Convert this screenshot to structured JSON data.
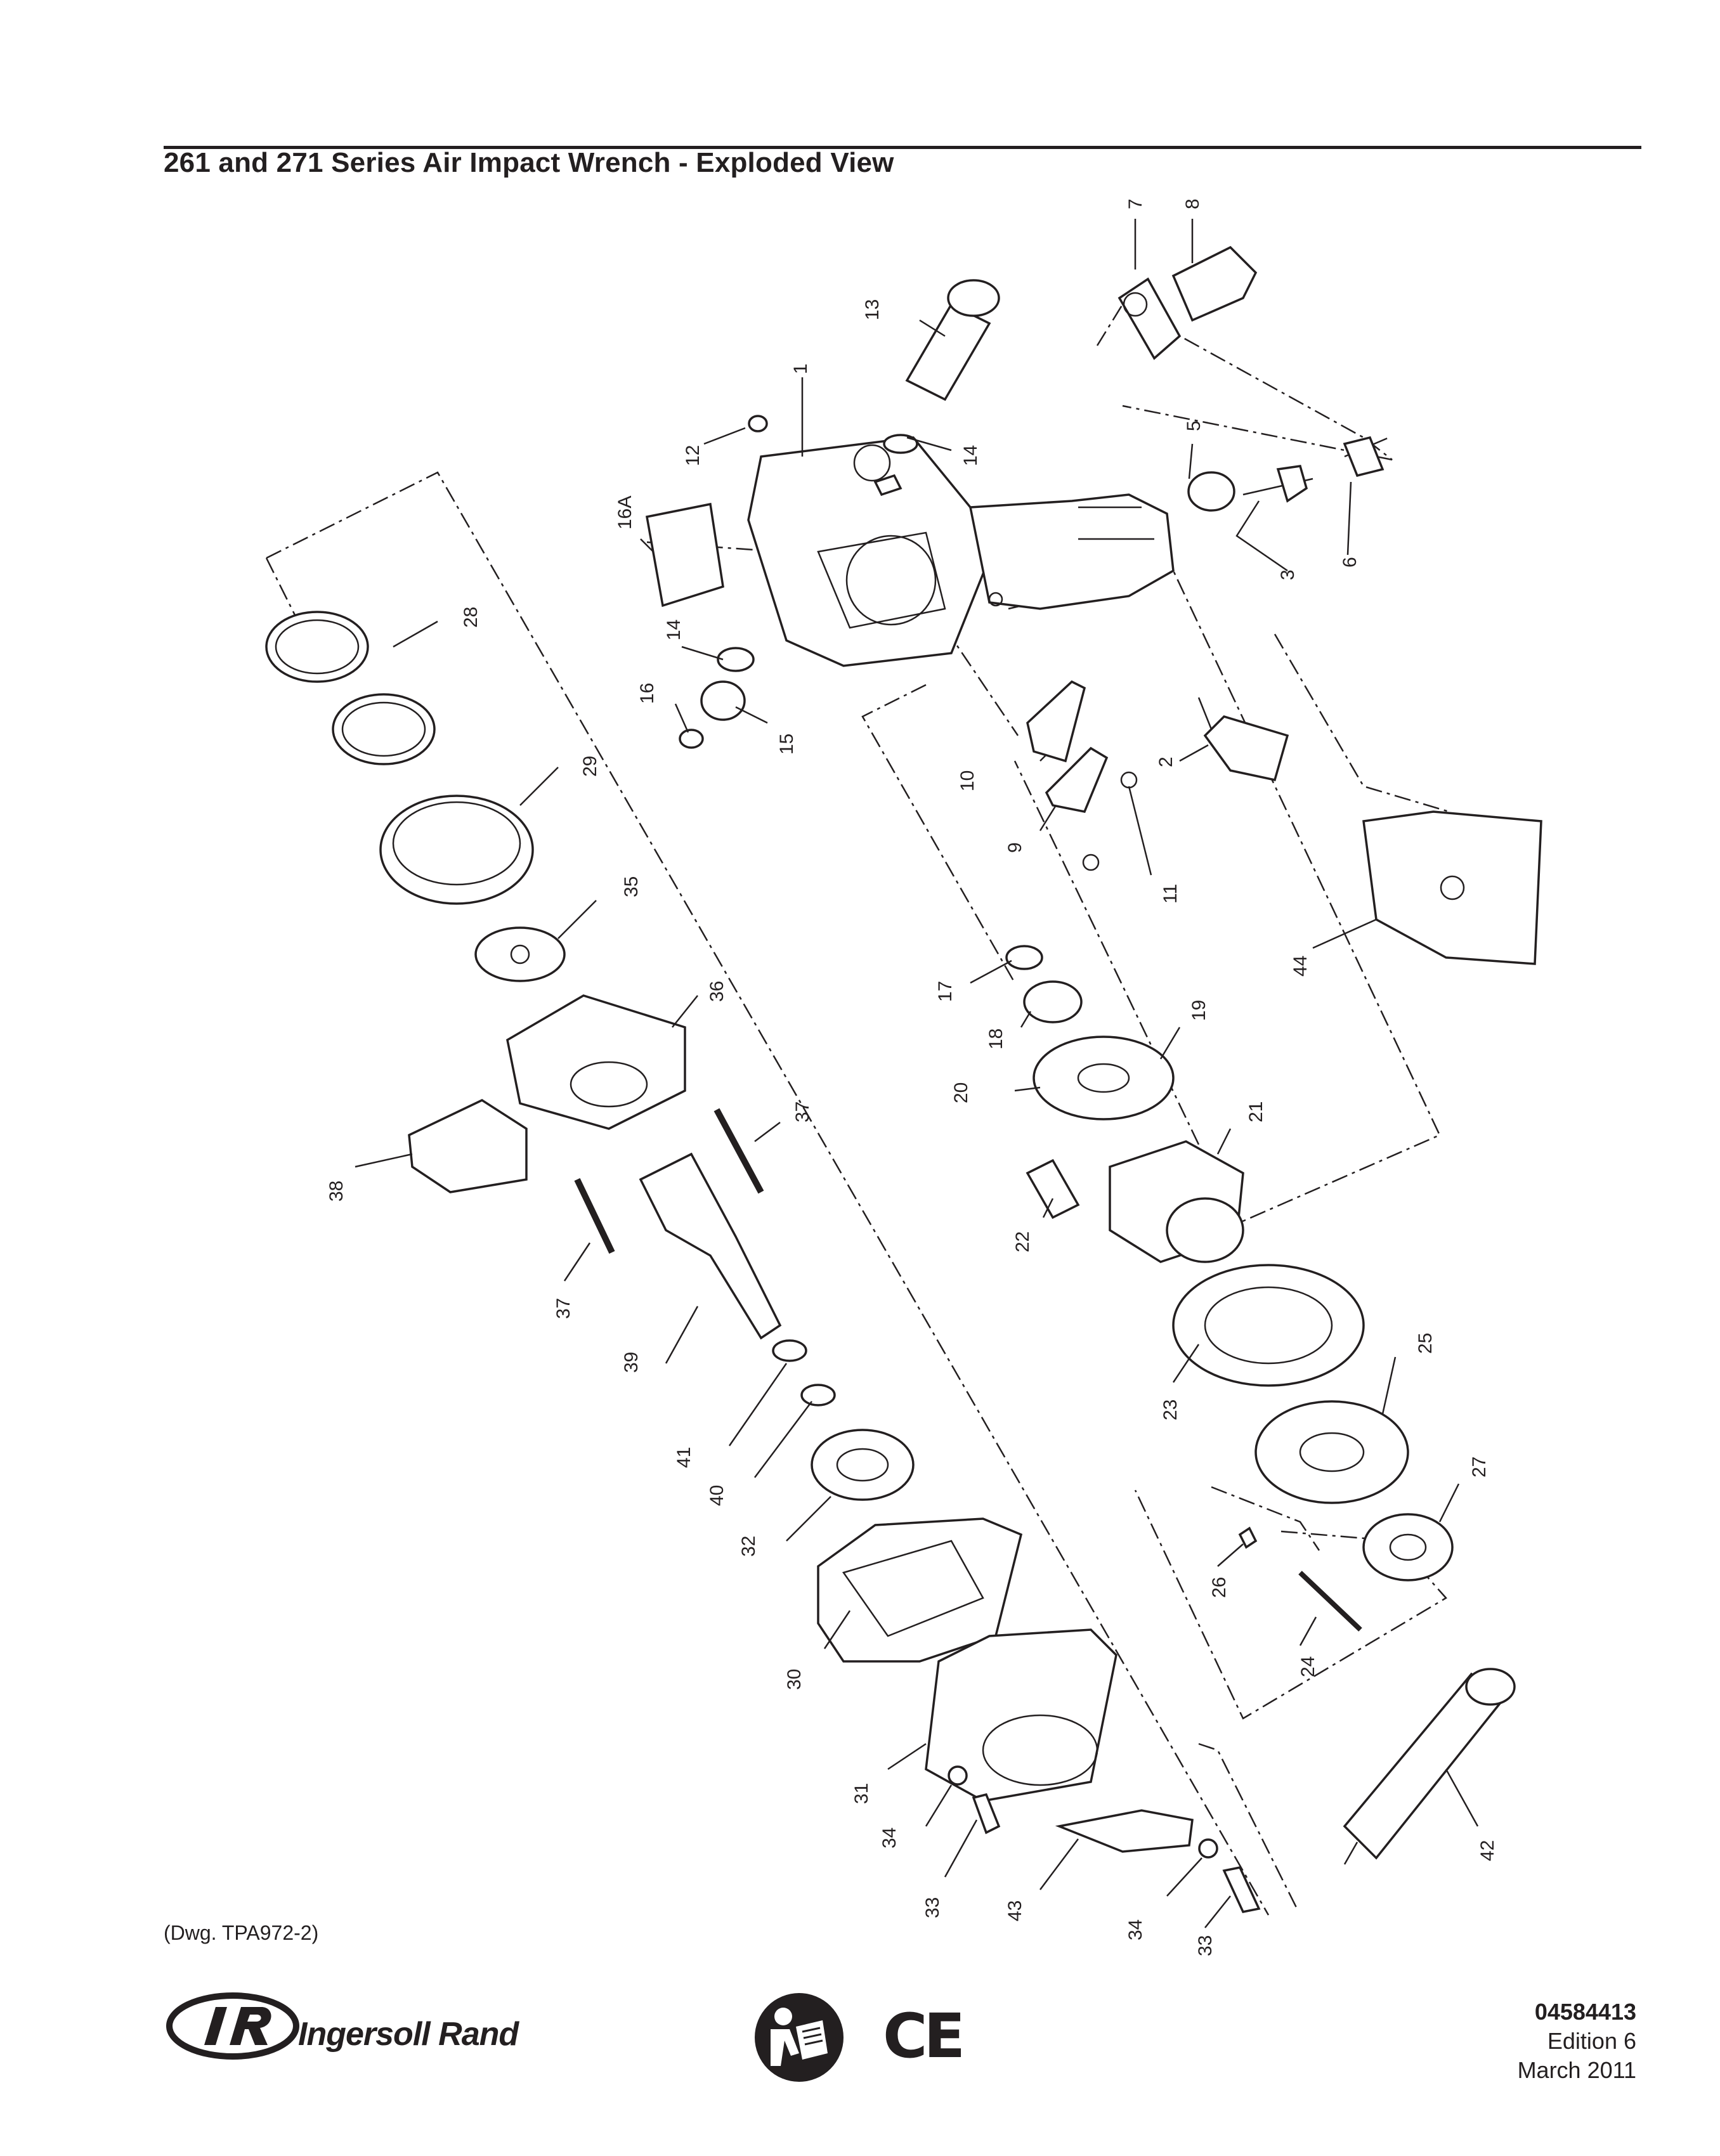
{
  "page": {
    "title": "261 and 271 Series Air Impact Wrench - Exploded View",
    "drawing_ref": "(Dwg. TPA972-2)"
  },
  "footer": {
    "brand_mark": "IR",
    "brand_name": "Ingersoll Rand",
    "ce_mark": "CE",
    "doc_number": "04584413",
    "edition": "Edition 6",
    "date": "March 2011"
  },
  "icons": [
    "read-manual-icon",
    "ce-mark-icon",
    "ingersoll-rand-logo-icon"
  ],
  "part_labels": {
    "p1": "1",
    "p2": "2",
    "p3": "3",
    "p5": "5",
    "p6": "6",
    "p7": "7",
    "p8": "8",
    "p9": "9",
    "p10": "10",
    "p11": "11",
    "p12": "12",
    "p13": "13",
    "p14a": "14",
    "p14b": "14",
    "p15": "15",
    "p16": "16",
    "p16a": "16A",
    "p17": "17",
    "p18": "18",
    "p19": "19",
    "p20": "20",
    "p21": "21",
    "p22": "22",
    "p23": "23",
    "p24": "24",
    "p25": "25",
    "p26": "26",
    "p27": "27",
    "p28": "28",
    "p29": "29",
    "p30": "30",
    "p31": "31",
    "p32": "32",
    "p33a": "33",
    "p33b": "33",
    "p34a": "34",
    "p34b": "34",
    "p35": "35",
    "p36": "36",
    "p37a": "37",
    "p37b": "37",
    "p38": "38",
    "p39": "39",
    "p40": "40",
    "p41": "41",
    "p42": "42",
    "p43": "43",
    "p44": "44"
  }
}
